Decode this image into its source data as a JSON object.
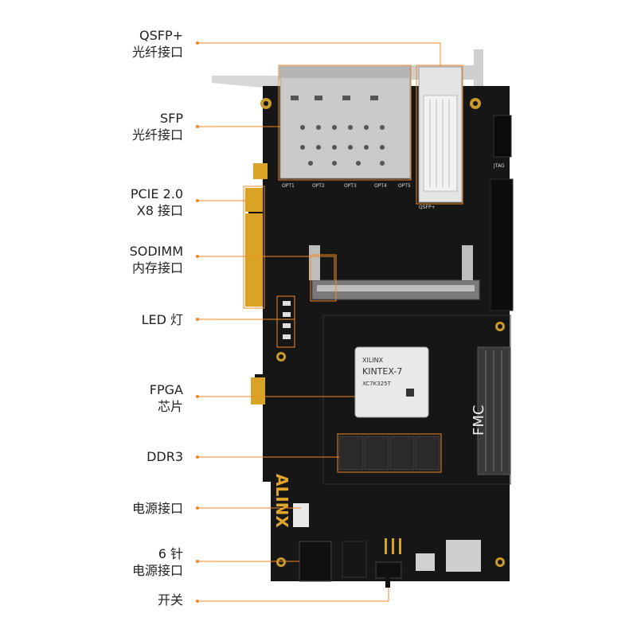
{
  "labels": [
    {
      "id": "qsfp",
      "line1": "QSFP+",
      "line2": "光纤接口"
    },
    {
      "id": "sfp",
      "line1": "SFP",
      "line2": "光纤接口"
    },
    {
      "id": "pcie",
      "line1": "PCIE 2.0",
      "line2": "X8 接口"
    },
    {
      "id": "sodimm",
      "line1": "SODIMM",
      "line2": "内存接口"
    },
    {
      "id": "led",
      "line1": "LED 灯",
      "line2": ""
    },
    {
      "id": "fpga",
      "line1": "FPGA",
      "line2": "芯片"
    },
    {
      "id": "ddr3",
      "line1": "DDR3",
      "line2": ""
    },
    {
      "id": "power",
      "line1": "电源接口",
      "line2": ""
    },
    {
      "id": "power6",
      "line1": "6 针",
      "line2": "电源接口"
    },
    {
      "id": "switch",
      "line1": "开关",
      "line2": ""
    }
  ],
  "board": {
    "brand": "ALINX",
    "chip_vendor": "XILINX",
    "chip_family": "KINTEX-7",
    "chip_part": "XC7K325T",
    "fmc_logo": "FMC",
    "sfp_ports": [
      "OPT1",
      "OPT2",
      "OPT3",
      "OPT4",
      "OPT5"
    ],
    "qsfp_silk": "QSFP+",
    "jtag_silk": "JTAG"
  },
  "colors": {
    "accent": "#f08a24",
    "pcb": "#151515",
    "gold": "#d9a326"
  }
}
